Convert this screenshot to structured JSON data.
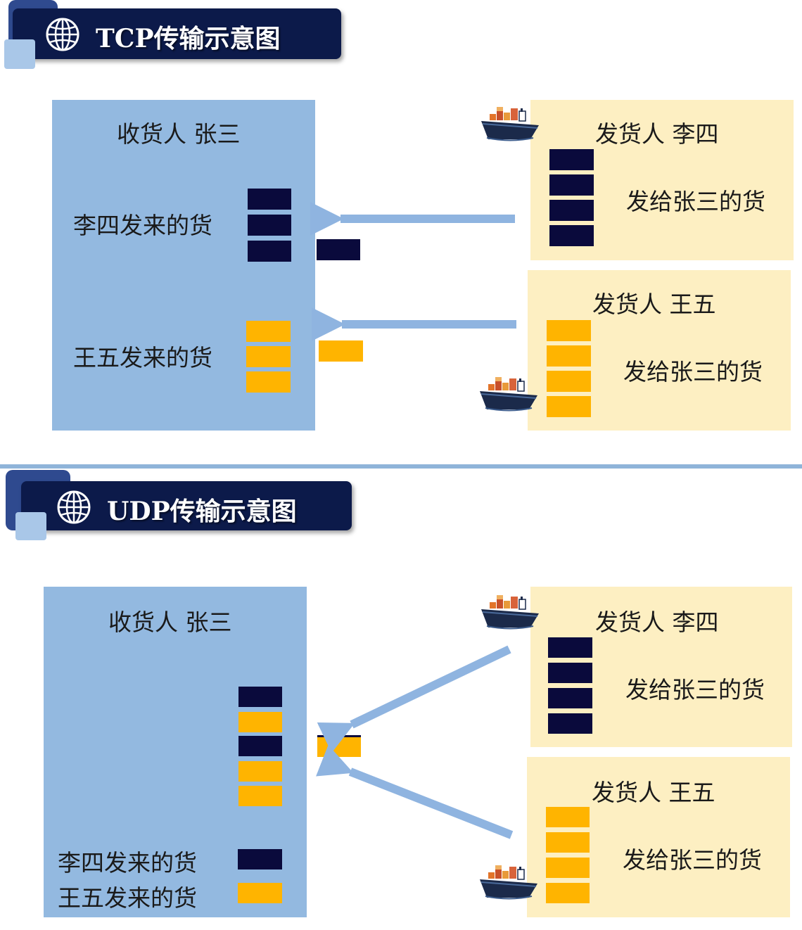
{
  "colors": {
    "banner": "#0c1a4a",
    "receiver_panel": "#93b9e0",
    "sender_panel": "#fdefc2",
    "dark_goods": "#0a0a3c",
    "gold_goods": "#ffb400",
    "arrow": "#8fb4e0"
  },
  "tcp": {
    "title": "TCP传输示意图",
    "receiver": {
      "label": "收货人  张三",
      "lisi_goods_label": "李四发来的货",
      "wangwu_goods_label": "王五发来的货"
    },
    "sender_lisi": {
      "label": "发货人  李四",
      "goods_label": "发给张三的货"
    },
    "sender_wangwu": {
      "label": "发货人  王五",
      "goods_label": "发给张三的货"
    }
  },
  "udp": {
    "title": "UDP传输示意图",
    "receiver": {
      "label": "收货人  张三",
      "legend_lisi": "李四发来的货",
      "legend_wangwu": "王五发来的货"
    },
    "sender_lisi": {
      "label": "发货人  李四",
      "goods_label": "发给张三的货"
    },
    "sender_wangwu": {
      "label": "发货人  王五",
      "goods_label": "发给张三的货"
    }
  },
  "icons": {
    "globe": "globe-icon",
    "ship": "cargo-ship-icon"
  }
}
